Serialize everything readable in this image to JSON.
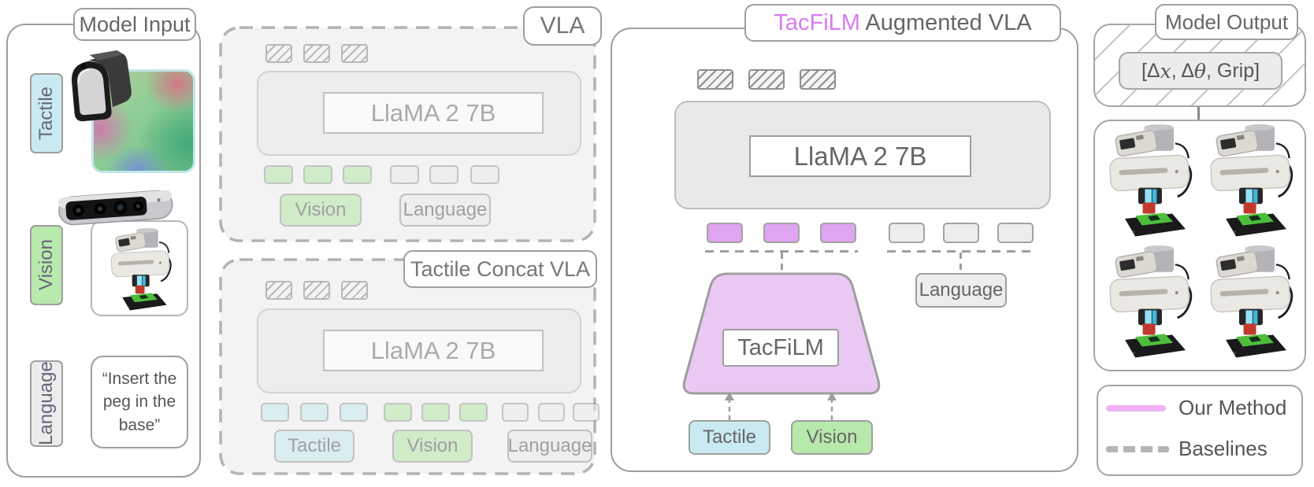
{
  "colors": {
    "accent_magenta": "#d97af0",
    "token_magenta": "#e0a5f0",
    "trapezoid_fill": "#e9c9f3",
    "tactile_blue": "#c9eaf1",
    "vision_green": "#b7e8ac",
    "language_gray": "#ececec",
    "panel_gray_bg": "#f3f3f3",
    "border_gray": "#9e9e9e",
    "legend_pink": "#f0b2f4"
  },
  "model_input": {
    "title": "Model Input",
    "tactile_label": "Tactile",
    "vision_label": "Vision",
    "language_label": "Language",
    "language_quote": "“Insert the peg in the base”"
  },
  "vla": {
    "title": "VLA",
    "llm": "LlaMA 2 7B",
    "vision_label": "Vision",
    "language_label": "Language"
  },
  "tactile_concat_vla": {
    "title": "Tactile Concat VLA",
    "llm": "LlaMA 2 7B",
    "tactile_label": "Tactile",
    "vision_label": "Vision",
    "language_label": "Language"
  },
  "tacfilm_vla": {
    "title_accent": "TacFiLM",
    "title_rest": " Augmented VLA",
    "llm": "LlaMA 2 7B",
    "module_label": "TacFiLM",
    "tactile_label": "Tactile",
    "vision_label": "Vision",
    "language_label": "Language"
  },
  "model_output": {
    "title": "Model Output",
    "action_parts": {
      "open": "[Δ",
      "x": "x",
      "mid": ", Δ",
      "theta": "θ",
      "close": ", Grip]"
    }
  },
  "legend": {
    "our_method": "Our Method",
    "baselines": "Baselines"
  }
}
